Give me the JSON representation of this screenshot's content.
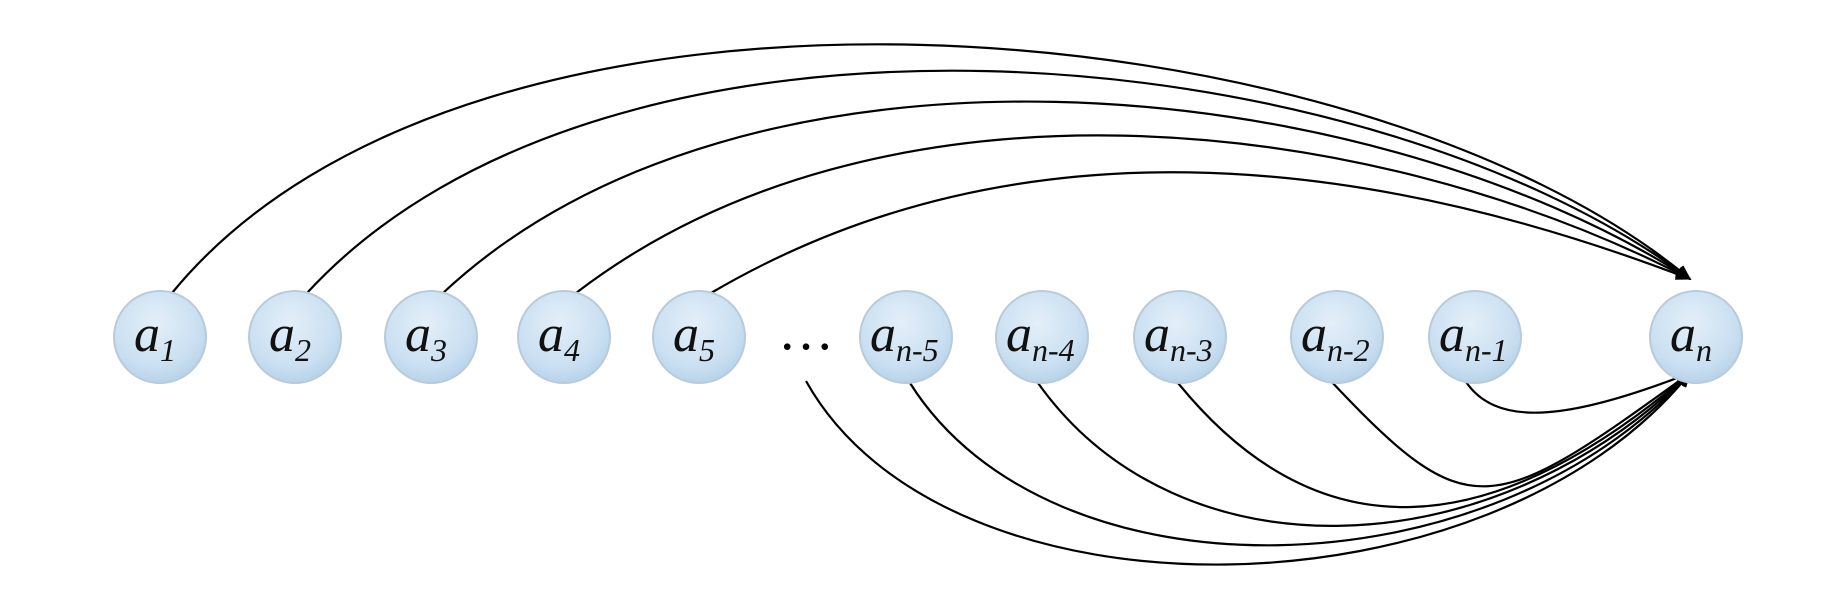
{
  "nodes": [
    {
      "base": "a",
      "sub": "1"
    },
    {
      "base": "a",
      "sub": "2"
    },
    {
      "base": "a",
      "sub": "3"
    },
    {
      "base": "a",
      "sub": "4"
    },
    {
      "base": "a",
      "sub": "5"
    },
    {
      "base": "a",
      "sub": "n-5"
    },
    {
      "base": "a",
      "sub": "n-4"
    },
    {
      "base": "a",
      "sub": "n-3"
    },
    {
      "base": "a",
      "sub": "n-2"
    },
    {
      "base": "a",
      "sub": "n-1"
    },
    {
      "base": "a",
      "sub": "n"
    }
  ],
  "ellipsis": "…",
  "edges_top_from": [
    "1",
    "2",
    "3",
    "4",
    "5"
  ],
  "edges_bottom_from": [
    "…",
    "n-5",
    "n-4",
    "n-3",
    "n-2",
    "n-1"
  ],
  "edges_target": "n",
  "colors": {
    "node_fill": "#cfe3f3",
    "node_stroke": "#b9cbd8",
    "edge": "#000000"
  }
}
